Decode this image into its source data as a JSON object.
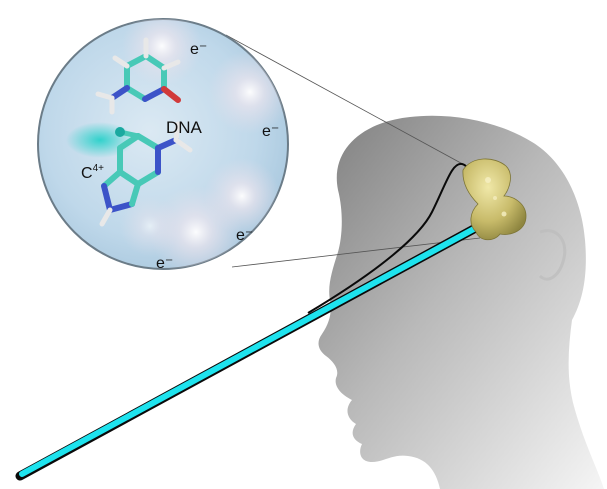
{
  "labels": {
    "dna": "DNA",
    "ion": "C",
    "ion_charge": "4+",
    "electron_1": "e⁻",
    "electron_2": "e⁻",
    "electron_3": "e⁻",
    "electron_4": "e⁻"
  },
  "colors": {
    "beam": "#1ee3ee",
    "beam_outline": "#0a0a0a",
    "tumor": "#cfc473",
    "head_light": "#f4f4f4",
    "head_dark": "#8c8c8c",
    "zoom_circle": "#b9d6e8",
    "carbon": "#48c9b7",
    "nitrogen": "#3c53c8",
    "oxygen": "#d13a3a",
    "hydrogen": "#e8e8e8"
  },
  "icons": {
    "head": "head-silhouette-icon",
    "tumor": "tumor-icon",
    "zoom": "magnifier-inset-icon",
    "molecule": "dna-base-pair-icon"
  }
}
